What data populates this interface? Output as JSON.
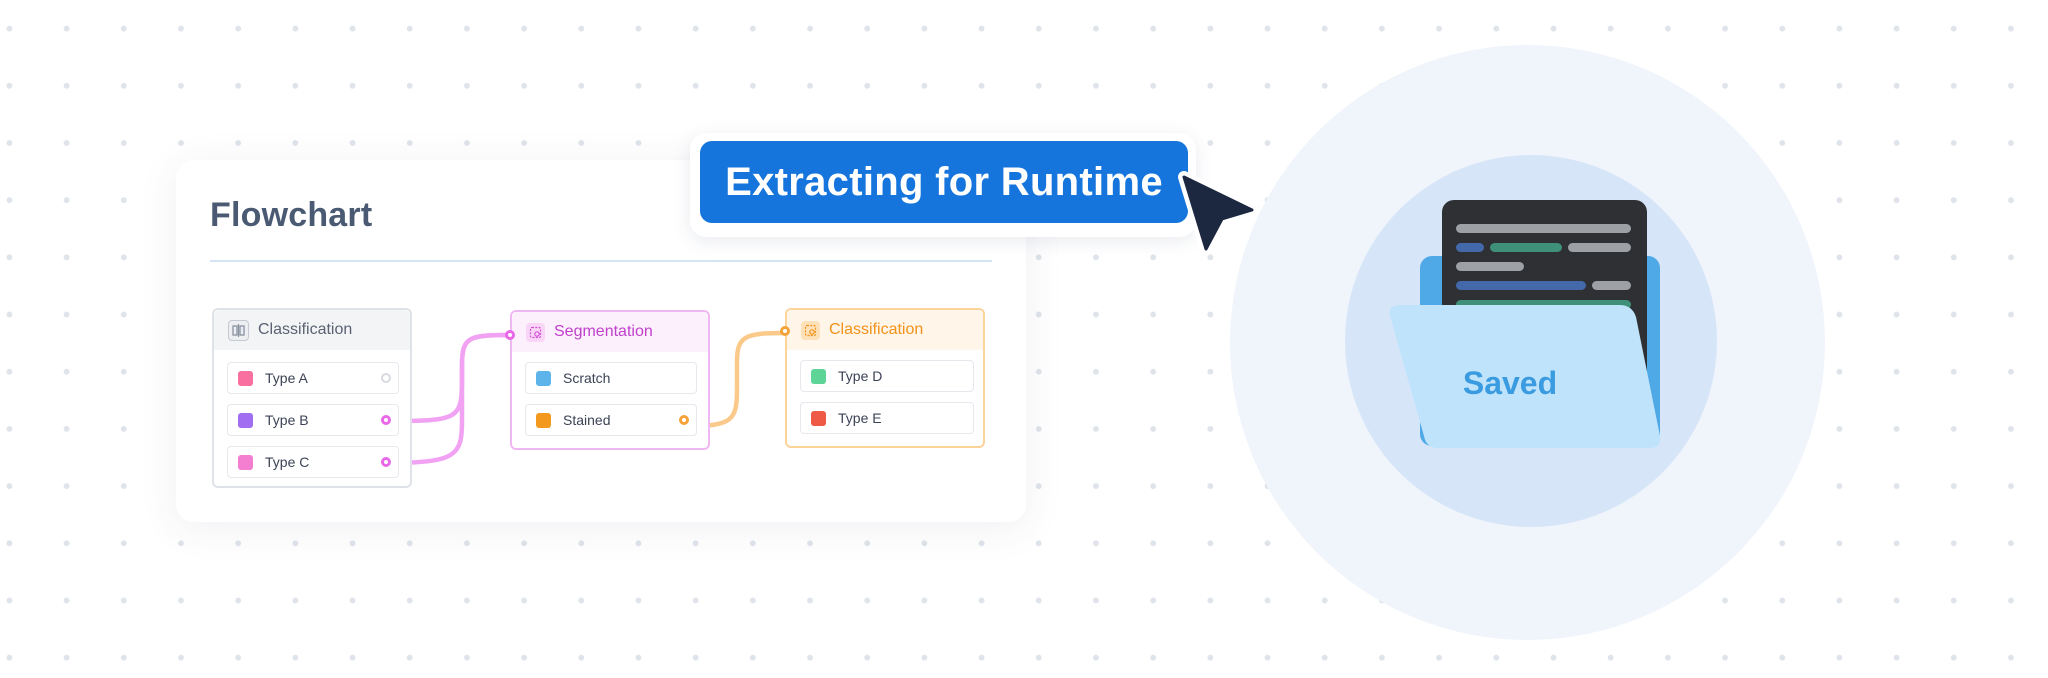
{
  "flowchart": {
    "title": "Flowchart",
    "nodes": [
      {
        "title": "Classification",
        "icon": "split-icon",
        "rows": [
          {
            "label": "Type A",
            "color": "#f86fa0"
          },
          {
            "label": "Type B",
            "color": "#a16ef2"
          },
          {
            "label": "Type C",
            "color": "#f47fd0"
          }
        ]
      },
      {
        "title": "Segmentation",
        "icon": "segmentation-icon",
        "rows": [
          {
            "label": "Scratch",
            "color": "#5db4ea"
          },
          {
            "label": "Stained",
            "color": "#f39a1e"
          }
        ]
      },
      {
        "title": "Classification",
        "icon": "classification-icon",
        "rows": [
          {
            "label": "Type D",
            "color": "#5fd497"
          },
          {
            "label": "Type E",
            "color": "#ee5a45"
          }
        ]
      }
    ],
    "connector_colors": {
      "pink": "#f1a2f3",
      "orange": "#fbc98a"
    }
  },
  "tooltip": {
    "label": "Extracting for Runtime"
  },
  "folder": {
    "label": "Saved"
  }
}
